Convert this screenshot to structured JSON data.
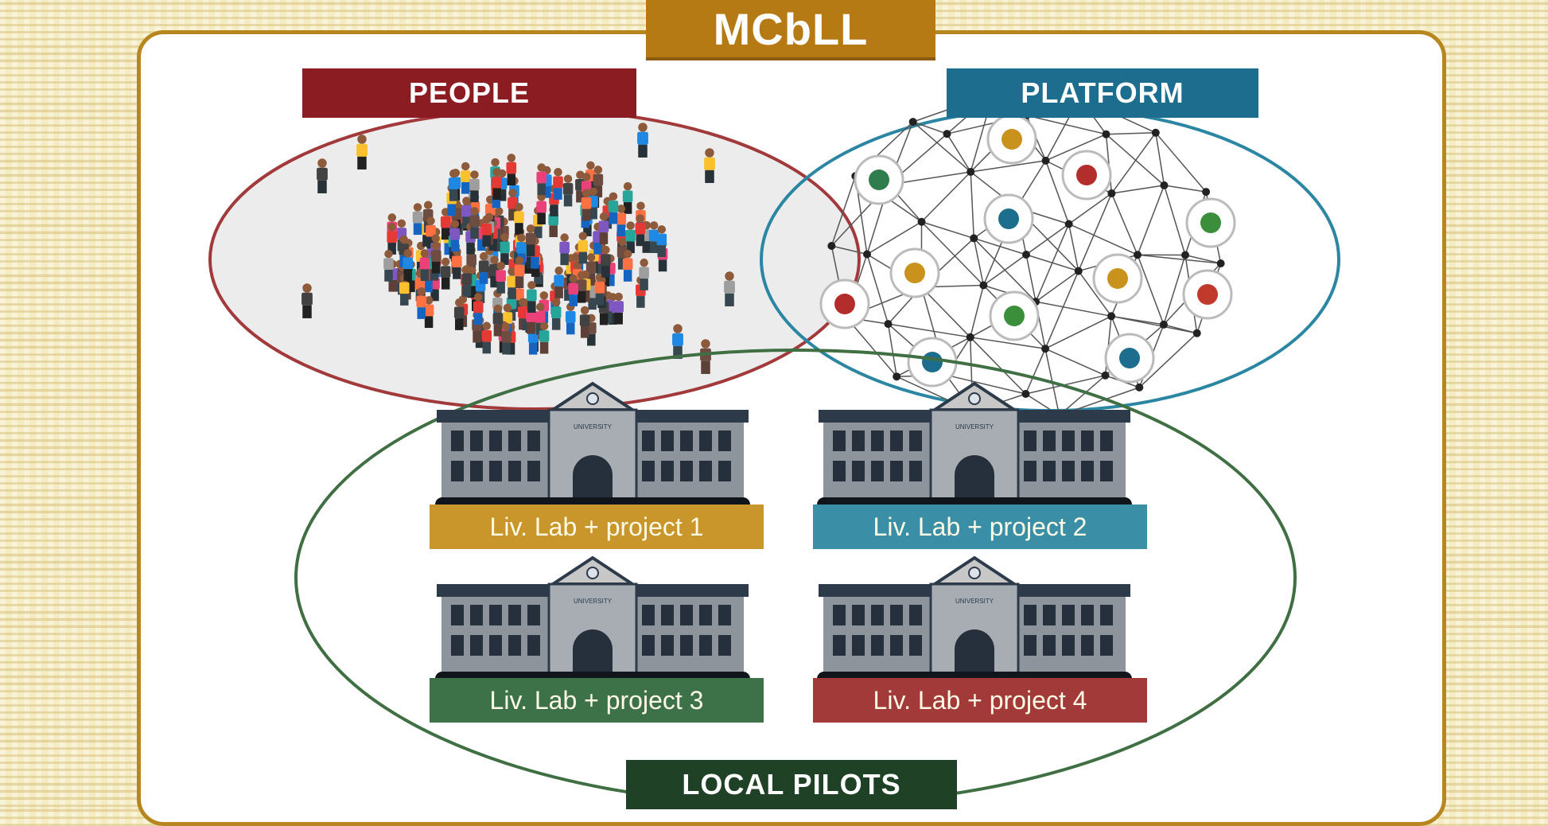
{
  "title": "MCbLL",
  "labels": {
    "people": "PEOPLE",
    "platform": "PLATFORM",
    "local_pilots": "LOCAL PILOTS"
  },
  "projects": [
    "Liv. Lab + project 1",
    "Liv. Lab + project 2",
    "Liv. Lab + project 3",
    "Liv. Lab + project 4"
  ],
  "building_sign": "UNIVERSITY",
  "colors": {
    "title": "#b57a14",
    "people": "#8a1c22",
    "platform": "#1d6e8e",
    "local_pilots": "#1f4226",
    "project1": "#c8962a",
    "project2": "#3a8fa6",
    "project3": "#3d7248",
    "project4": "#a13a39"
  },
  "platform_icons": [
    "folder-icon",
    "bug-icon",
    "home-icon",
    "chat-icon",
    "chart-icon",
    "monitor-icon",
    "cloud-upload-icon",
    "clock-icon",
    "gear-icon",
    "wifi-icon",
    "user-icon",
    "share-icon"
  ]
}
